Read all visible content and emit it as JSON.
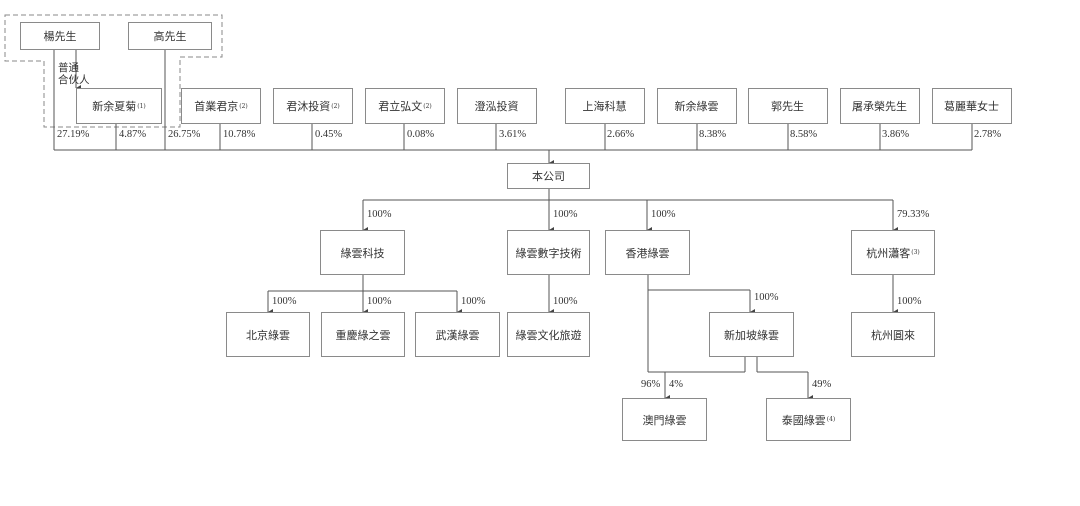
{
  "shareholders": {
    "yang": {
      "label": "楊先生",
      "pct": "27.19%"
    },
    "gao": {
      "label": "高先生",
      "pct": "26.75%"
    },
    "gp_note_line1": "普通",
    "gp_note_line2": "合伙人",
    "xinyu_xiaju": {
      "label": "新余夏菊",
      "note": "(1)",
      "pct": "4.87%"
    },
    "others": [
      {
        "label": "首業君京",
        "note": "(2)",
        "pct": "10.78%"
      },
      {
        "label": "君沐投資",
        "note": "(2)",
        "pct": "0.45%"
      },
      {
        "label": "君立弘文",
        "note": "(2)",
        "pct": "0.08%"
      },
      {
        "label": "澄泓投資",
        "note": "",
        "pct": "3.61%"
      },
      {
        "label": "上海科慧",
        "note": "",
        "pct": "2.66%"
      },
      {
        "label": "新余綠雲",
        "note": "",
        "pct": "8.38%"
      },
      {
        "label": "郭先生",
        "note": "",
        "pct": "8.58%"
      },
      {
        "label": "屠承榮先生",
        "note": "",
        "pct": "3.86%"
      },
      {
        "label": "葛麗華女士",
        "note": "",
        "pct": "2.78%"
      }
    ]
  },
  "company": {
    "label": "本公司"
  },
  "subsidiaries": {
    "lvyun_tech": {
      "label": "綠雲科技",
      "pct": "100%"
    },
    "lvyun_digital": {
      "label": "綠雲數字技術",
      "pct": "100%"
    },
    "hk_lvyun": {
      "label": "香港綠雲",
      "pct": "100%"
    },
    "hz_xiaoke": {
      "label": "杭州瀟客",
      "note": "(3)",
      "pct": "79.33%"
    },
    "beijing": {
      "label": "北京綠雲",
      "pct": "100%"
    },
    "chongqing": {
      "label": "重慶綠之雲",
      "pct": "100%"
    },
    "wuhan": {
      "label": "武漢綠雲",
      "pct": "100%"
    },
    "culture_travel": {
      "label": "綠雲文化旅遊",
      "pct": "100%"
    },
    "singapore": {
      "label": "新加坡綠雲",
      "pct": "100%"
    },
    "hz_yuanlai": {
      "label": "杭州圓來",
      "pct": "100%"
    },
    "macau": {
      "label": "澳門綠雲",
      "pct_hk": "96%",
      "pct_sg": "4%"
    },
    "thailand": {
      "label": "泰國綠雲",
      "note": "(4)",
      "pct": "49%"
    }
  },
  "colors": {
    "line": "#555555",
    "border": "#8a8a8a",
    "dashed": "#888888"
  }
}
